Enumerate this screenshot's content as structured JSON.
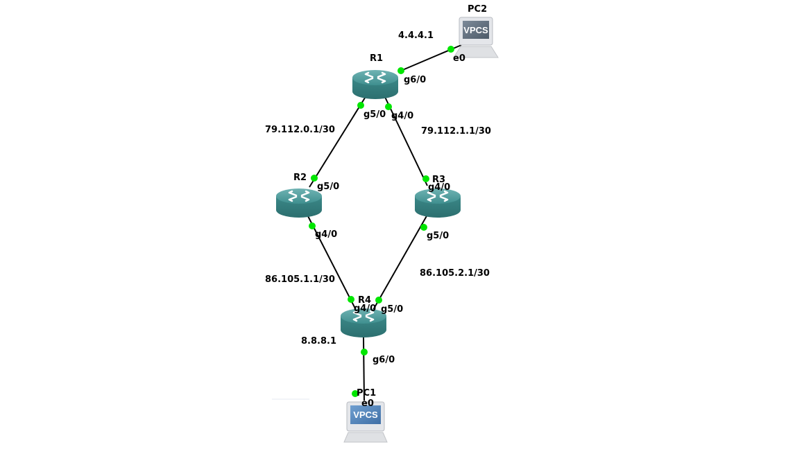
{
  "nodes": {
    "R1": {
      "name": "R1",
      "type": "router"
    },
    "R2": {
      "name": "R2",
      "type": "router"
    },
    "R3": {
      "name": "R3",
      "type": "router"
    },
    "R4": {
      "name": "R4",
      "type": "router"
    },
    "PC1": {
      "name": "PC1",
      "type": "vpcs",
      "screen_text": "VPCS"
    },
    "PC2": {
      "name": "PC2",
      "type": "vpcs",
      "screen_text": "VPCS"
    }
  },
  "links": [
    {
      "from": "R1",
      "from_port": "g6/0",
      "to": "PC2",
      "to_port": "e0"
    },
    {
      "from": "R1",
      "from_port": "g5/0",
      "to": "R2",
      "to_port": "g5/0"
    },
    {
      "from": "R1",
      "from_port": "g4/0",
      "to": "R3",
      "to_port": "g4/0"
    },
    {
      "from": "R2",
      "from_port": "g4/0",
      "to": "R4",
      "to_port": "g4/0"
    },
    {
      "from": "R3",
      "from_port": "g5/0",
      "to": "R4",
      "to_port": "g5/0"
    },
    {
      "from": "R4",
      "from_port": "g6/0",
      "to": "PC1",
      "to_port": "e0"
    }
  ],
  "notes": {
    "pc2_net": "4.4.4.1",
    "r1_r2_net": "79.112.0.1/30",
    "r1_r3_net": "79.112.1.1/30",
    "r2_r4_net": "86.105.1.1/30",
    "r3_r4_net": "86.105.2.1/30",
    "pc1_net": "8.8.8.1"
  },
  "colors": {
    "router": "#3c8d8d",
    "link_status_up": "#00e000",
    "link": "#000000"
  }
}
